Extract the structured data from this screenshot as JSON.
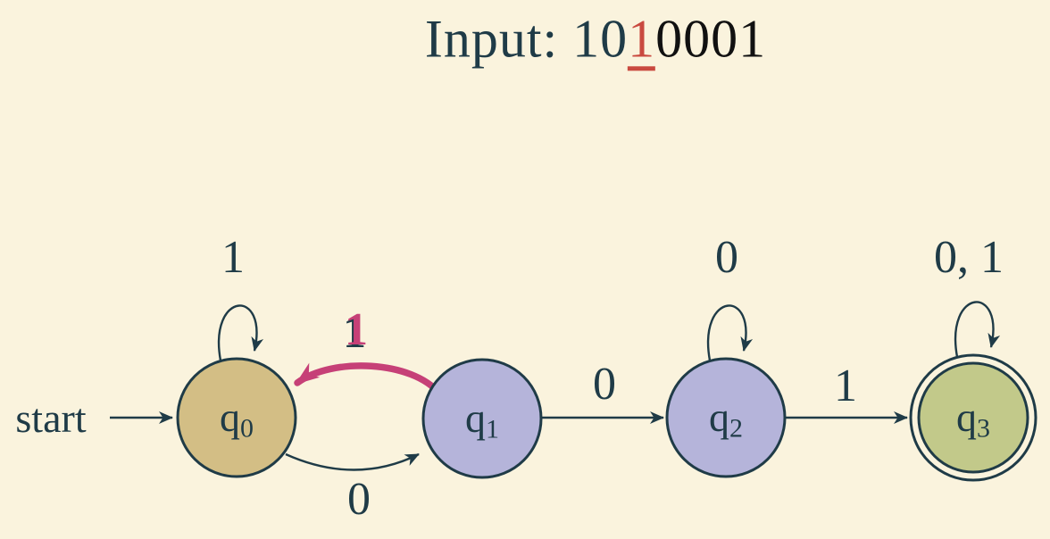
{
  "title": {
    "prefix": "Input: ",
    "consumed": "10",
    "current": "1",
    "remaining": "0001"
  },
  "start_label": "start",
  "states": [
    {
      "name": "q0",
      "label": "q",
      "sub": "0",
      "fill": "#d3be85",
      "role": "start-state"
    },
    {
      "name": "q1",
      "label": "q",
      "sub": "1",
      "fill": "#b5b4da",
      "role": "state"
    },
    {
      "name": "q2",
      "label": "q",
      "sub": "2",
      "fill": "#b5b4da",
      "role": "state"
    },
    {
      "name": "q3",
      "label": "q",
      "sub": "3",
      "fill": "#c2c98a",
      "role": "accept-state"
    }
  ],
  "edges": [
    {
      "from": "q0",
      "to": "q0",
      "label": "1",
      "highlighted": false
    },
    {
      "from": "q1",
      "to": "q0",
      "label": "1",
      "highlighted": true
    },
    {
      "from": "q0",
      "to": "q1",
      "label": "0",
      "highlighted": false
    },
    {
      "from": "q1",
      "to": "q2",
      "label": "0",
      "highlighted": false
    },
    {
      "from": "q2",
      "to": "q2",
      "label": "0",
      "highlighted": false
    },
    {
      "from": "q2",
      "to": "q3",
      "label": "1",
      "highlighted": false
    },
    {
      "from": "q3",
      "to": "q3",
      "label": "0, 1",
      "highlighted": false
    }
  ],
  "colors": {
    "background": "#faf3dd",
    "ink": "#1f3b47",
    "remaining_text": "#111111",
    "current_char": "#c9493f",
    "highlight_edge": "#c64077",
    "state_q0_fill": "#d3be85",
    "state_q1_q2_fill": "#b5b4da",
    "state_q3_fill": "#c2c98a"
  }
}
